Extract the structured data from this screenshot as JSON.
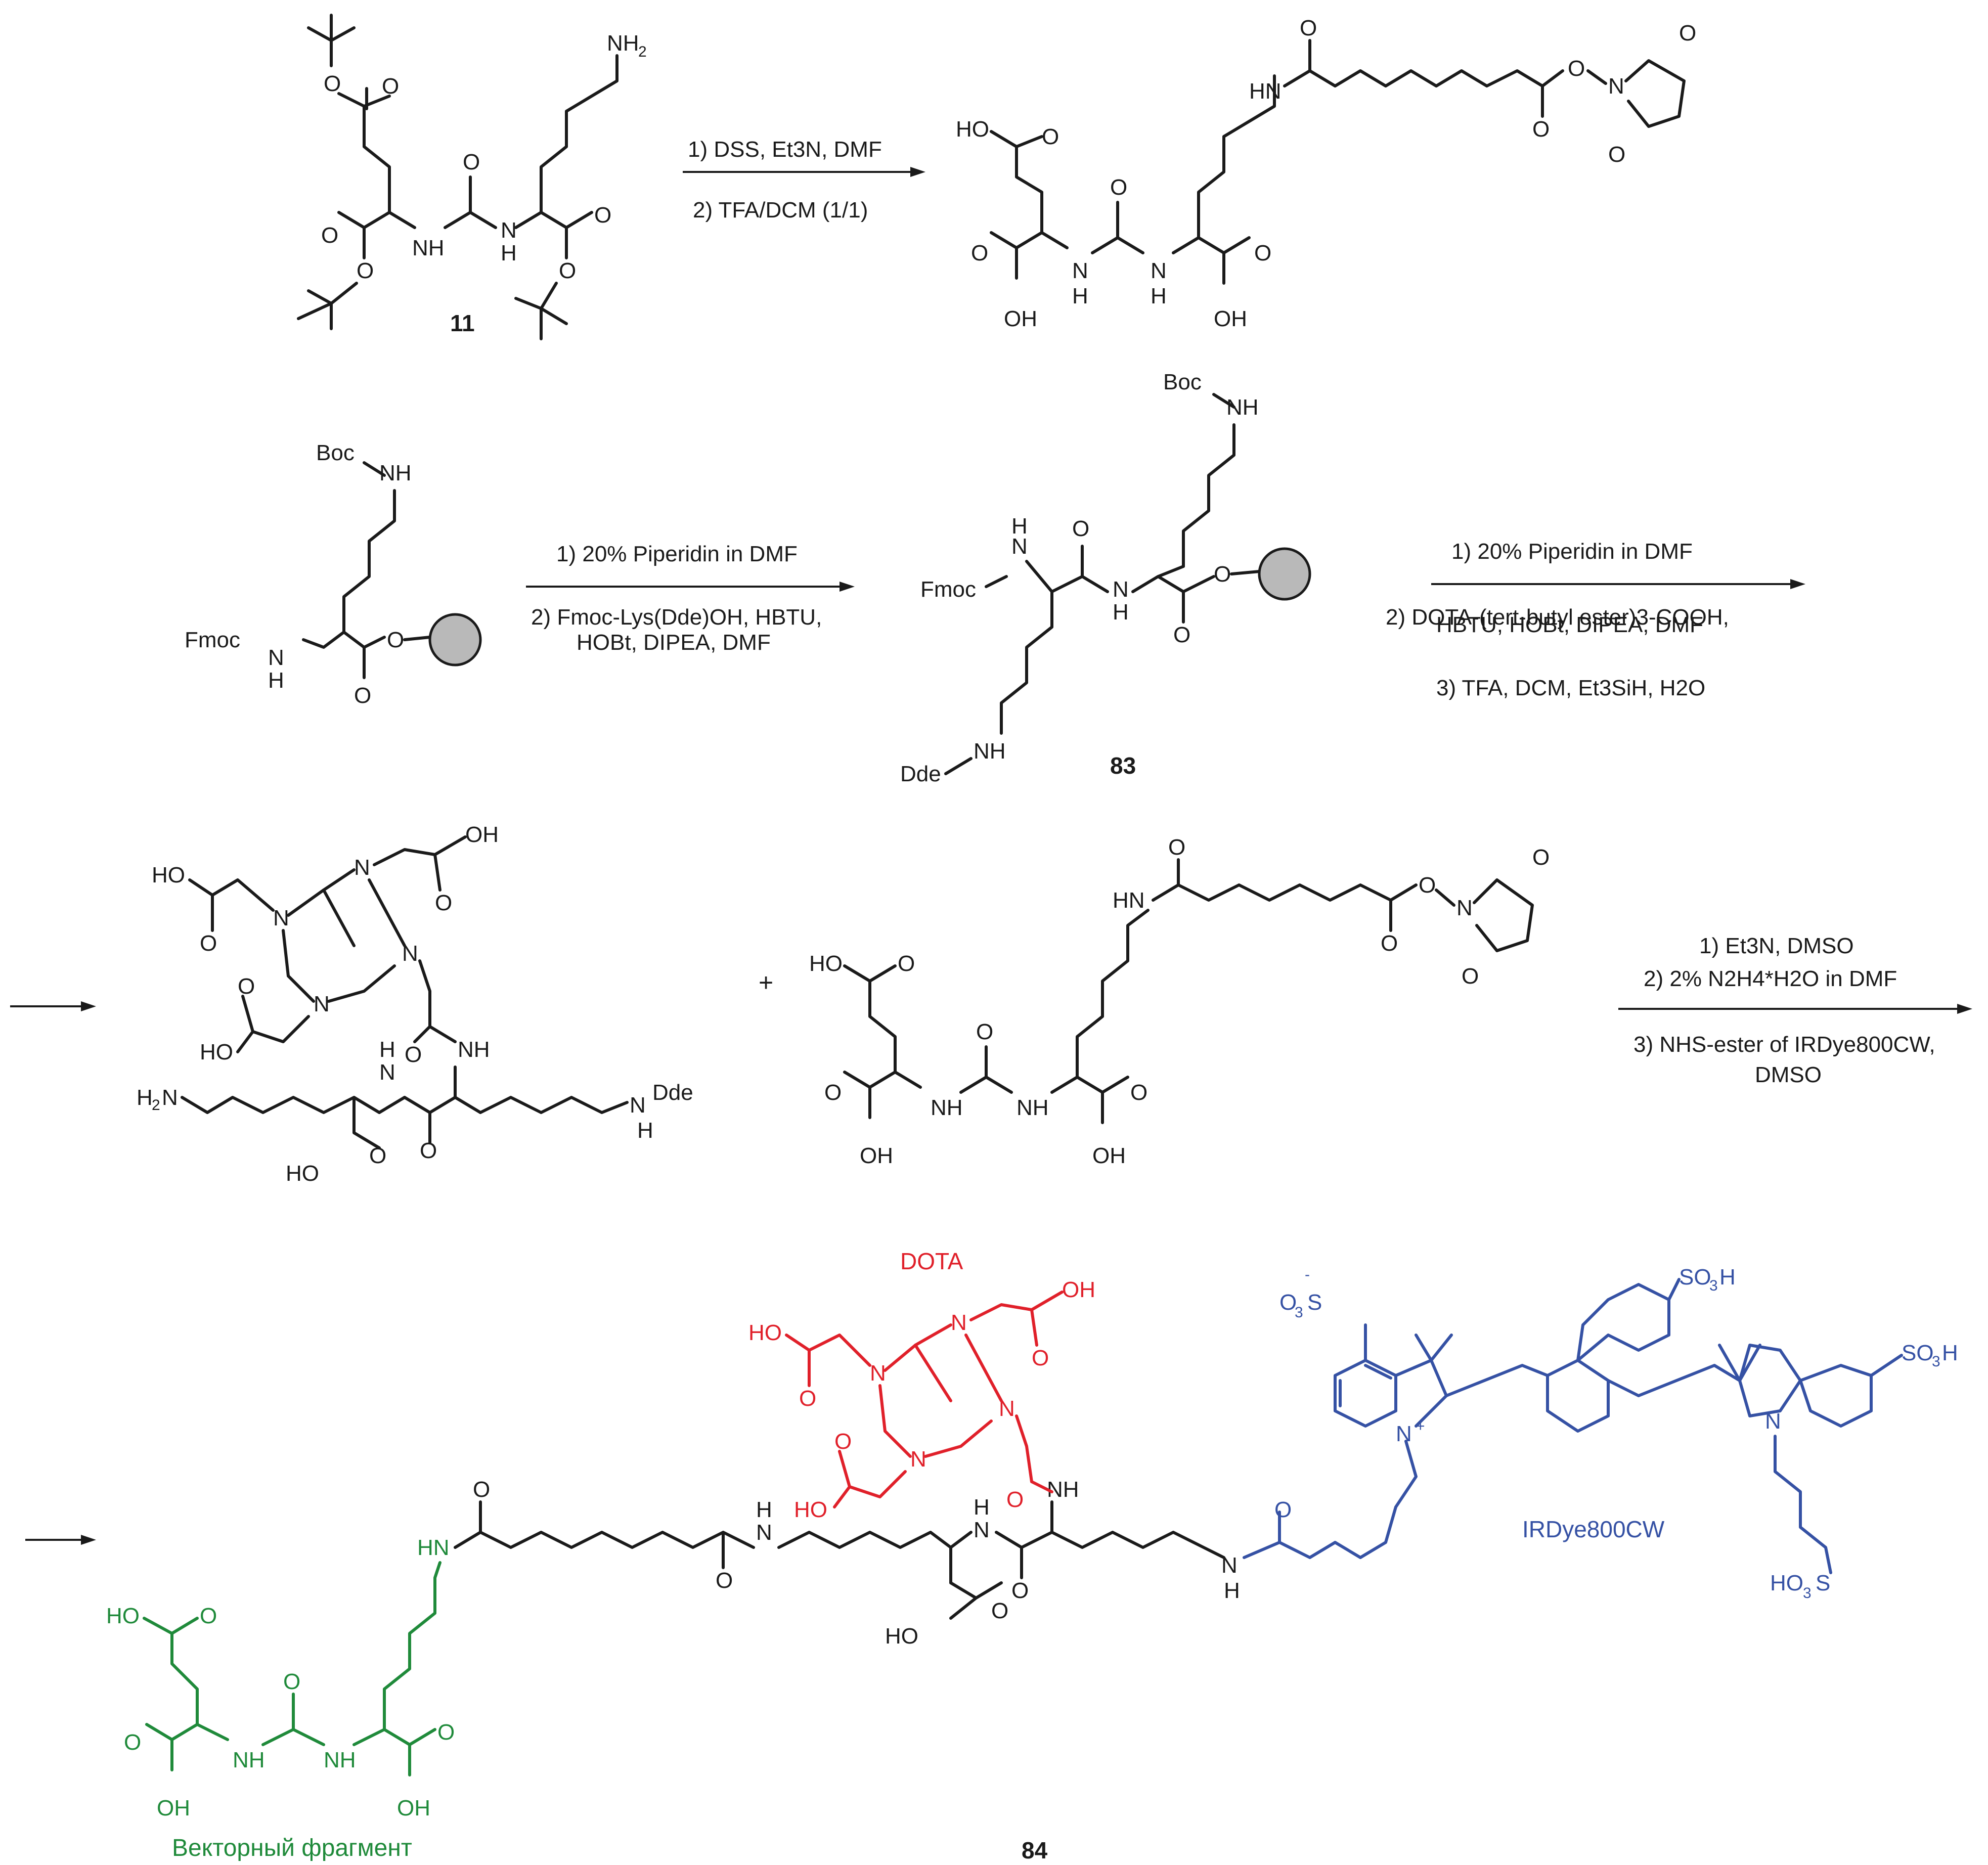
{
  "compounds": {
    "c11": "11",
    "c83": "83",
    "c84": "84"
  },
  "reactions": {
    "r1_line1": "1) DSS, Et3N, DMF",
    "r1_line2": "2) TFA/DCM (1/1)",
    "r2_line1": "1) 20% Piperidin in DMF",
    "r2_line2": "2) Fmoc-Lys(Dde)OH, HBTU,",
    "r2_line3": "HOBt, DIPEA, DMF",
    "r3_line1": "1) 20% Piperidin in DMF",
    "r3_line2": "2) DOTA-(tert-butyl ester)3-COOH,",
    "r3_line3": "HBTU, HOBt, DIPEA, DMF",
    "r3_line4": "3) TFA, DCM, Et3SiH, H2O",
    "r4_line1": "1) Et3N, DMSO",
    "r4_line2": "2) 2% N2H4*H2O in DMF",
    "r4_line3": "3) NHS-ester of IRDye800CW,",
    "r4_line4": "DMSO"
  },
  "fragments": {
    "vector": "Векторный фрагмент",
    "dota": "DOTA",
    "dye": "IRDye800CW"
  },
  "plus": "+",
  "colors": {
    "vector": "#1f8a3a",
    "dota": "#e0202a",
    "dye": "#3551a4",
    "default": "#1a1a1a"
  }
}
